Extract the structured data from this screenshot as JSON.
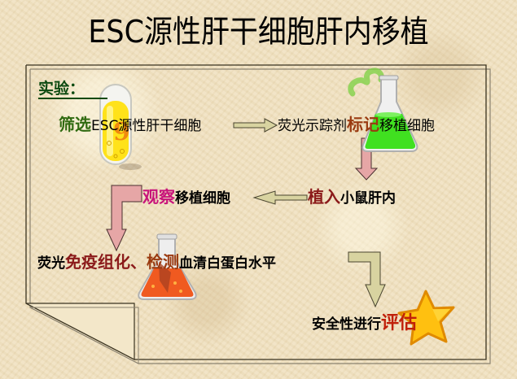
{
  "title": "ESC源性肝干细胞肝内移植",
  "heading": "实验：",
  "steps": {
    "step1": {
      "highlight": "筛选",
      "text": "ESC源性肝干细胞"
    },
    "step2": {
      "pre": "荧光示踪剂",
      "highlight": "标记",
      "post": "移植细胞"
    },
    "step3": {
      "highlight": "植入",
      "text": "小鼠肝内"
    },
    "step4": {
      "highlight": "观察",
      "text": "移植细胞"
    },
    "step5": {
      "pre": "荧光",
      "highlight1": "免疫组化",
      "sep": "、",
      "highlight2": "检测",
      "post": "血清白蛋白水平"
    },
    "step6": {
      "text": "安全性进行",
      "highlight": "评估"
    }
  },
  "icons": {
    "test_tube": "yellow-test-tube",
    "green_flask": "green-flask",
    "orange_flask": "orange-flask",
    "star": "gold-star"
  },
  "colors": {
    "arrow_khaki": "#d8d3a0",
    "arrow_pink": "#e6a6a6",
    "heading_green": "#0c4a10",
    "highlight_brown": "#8b1a1a",
    "highlight_magenta": "#c8147a"
  }
}
